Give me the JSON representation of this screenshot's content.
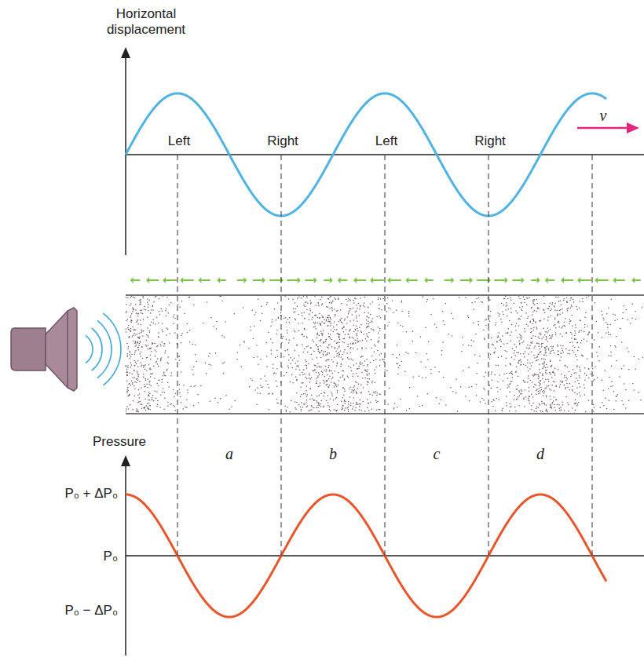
{
  "diagram": {
    "labels": [
      "Horizontal displacement",
      "Left",
      "Right",
      "Left",
      "Right",
      "v",
      "Pressure",
      "a",
      "b",
      "c",
      "d",
      "P₀ + ΔP₀",
      "P₀",
      "P₀ − ΔP₀"
    ]
  }
}
